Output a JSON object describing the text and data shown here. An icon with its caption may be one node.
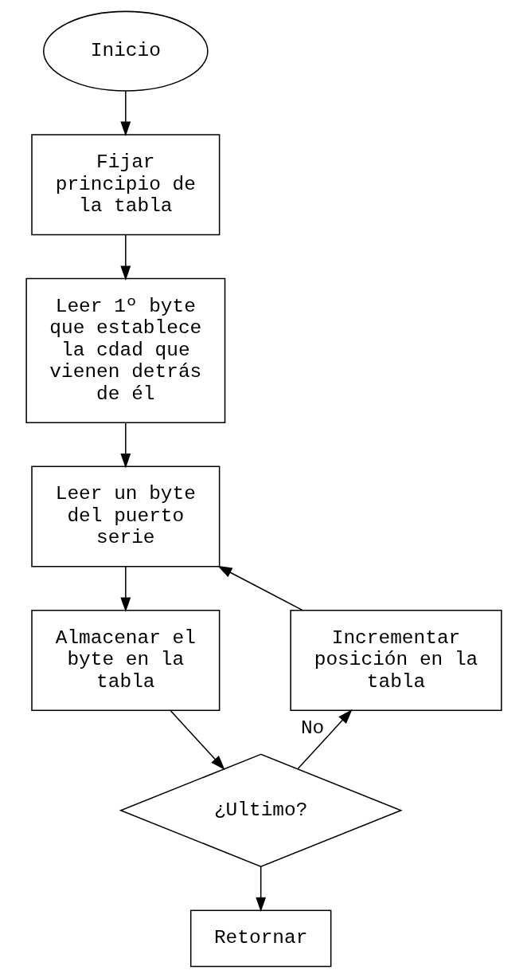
{
  "diagram": {
    "nodes": [
      {
        "text": [
          "Inicio"
        ]
      },
      {
        "text": [
          "Fijar principio de la tabla"
        ]
      },
      {
        "text": [
          "Leer 1º byte que establece la cdad que vienen detrás de él"
        ]
      },
      {
        "text": [
          "Leer un byte del puerto serie"
        ]
      },
      {
        "text": [
          "Almacenar el byte en la tabla"
        ]
      },
      {
        "text": [
          "¿Ultimo?"
        ]
      },
      {
        "text": [
          "Incrementar posición en la tabla"
        ]
      },
      {
        "text": [
          "Retornar"
        ]
      }
    ],
    "edges": [
      {
        "from": 0,
        "to": 1,
        "arrow": "to"
      },
      {
        "from": 1,
        "to": 2,
        "arrow": "to"
      },
      {
        "from": 2,
        "to": 3,
        "arrow": "to"
      },
      {
        "from": 3,
        "to": 4,
        "arrow": "to"
      },
      {
        "from": 4,
        "to": 5,
        "arrow": "to"
      },
      {
        "from": 5,
        "to": 6,
        "arrow": "to",
        "label": "No"
      },
      {
        "from": 6,
        "to": 3,
        "arrow": "to"
      },
      {
        "from": 5,
        "to": 7,
        "arrow": "to"
      }
    ]
  }
}
